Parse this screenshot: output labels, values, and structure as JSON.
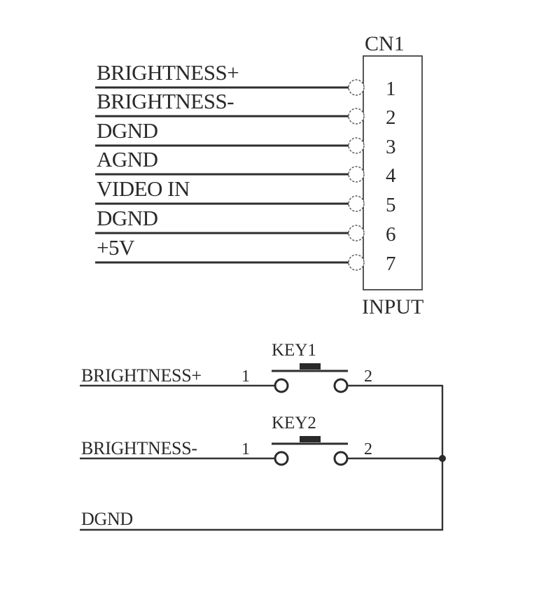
{
  "connector": {
    "ref": "CN1",
    "caption": "INPUT",
    "pins": [
      {
        "number": "1",
        "signal": "BRIGHTNESS+"
      },
      {
        "number": "2",
        "signal": "BRIGHTNESS-"
      },
      {
        "number": "3",
        "signal": "DGND"
      },
      {
        "number": "4",
        "signal": "AGND"
      },
      {
        "number": "5",
        "signal": "VIDEO IN"
      },
      {
        "number": "6",
        "signal": "DGND"
      },
      {
        "number": "7",
        "signal": "+5V"
      }
    ]
  },
  "switches": [
    {
      "ref": "KEY1",
      "net": "BRIGHTNESS+",
      "pin_left": "1",
      "pin_right": "2"
    },
    {
      "ref": "KEY2",
      "net": "BRIGHTNESS-",
      "pin_left": "1",
      "pin_right": "2"
    }
  ],
  "ground": {
    "net": "DGND"
  },
  "colors": {
    "ink": "#2a2a2a",
    "background": "#ffffff"
  }
}
